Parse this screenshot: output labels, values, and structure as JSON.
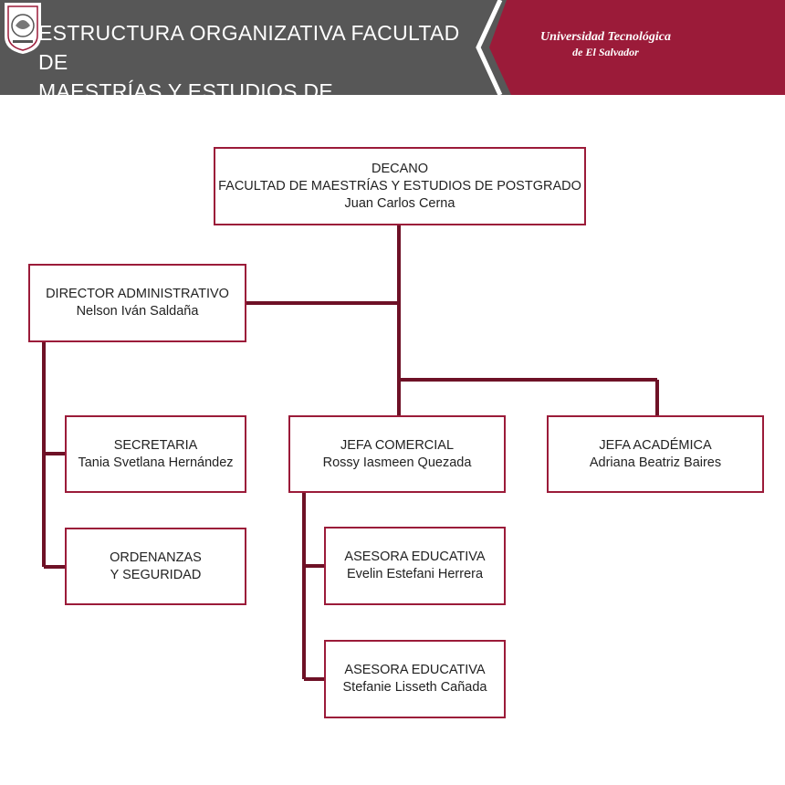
{
  "header": {
    "title_line1": "ESTRUCTURA ORGANIZATIVA FACULTAD DE",
    "title_line2": "MAESTRÍAS Y ESTUDIOS DE POSTGRADO",
    "brand_line1": "Universidad Tecnológica",
    "brand_line2": "de El Salvador",
    "colors": {
      "gray": "#575757",
      "maroon": "#9b1b39"
    }
  },
  "org": {
    "decano": {
      "role": "DECANO",
      "unit": "FACULTAD DE MAESTRÍAS Y ESTUDIOS DE POSTGRADO",
      "name": "Juan Carlos Cerna"
    },
    "director": {
      "role": "DIRECTOR ADMINISTRATIVO",
      "name": "Nelson Iván Saldaña"
    },
    "secretaria": {
      "role": "SECRETARIA",
      "name": "Tania Svetlana Hernández"
    },
    "ordenanzas": {
      "line1": "ORDENANZAS",
      "line2": "Y SEGURIDAD"
    },
    "jefa_comercial": {
      "role": "JEFA COMERCIAL",
      "name": "Rossy Iasmeen Quezada"
    },
    "jefa_academica": {
      "role": "JEFA ACADÉMICA",
      "name": "Adriana Beatriz Baires"
    },
    "asesora1": {
      "role": "ASESORA EDUCATIVA",
      "name": "Evelin Estefani Herrera"
    },
    "asesora2": {
      "role": "ASESORA EDUCATIVA",
      "name": "Stefanie Lisseth Cañada"
    }
  }
}
